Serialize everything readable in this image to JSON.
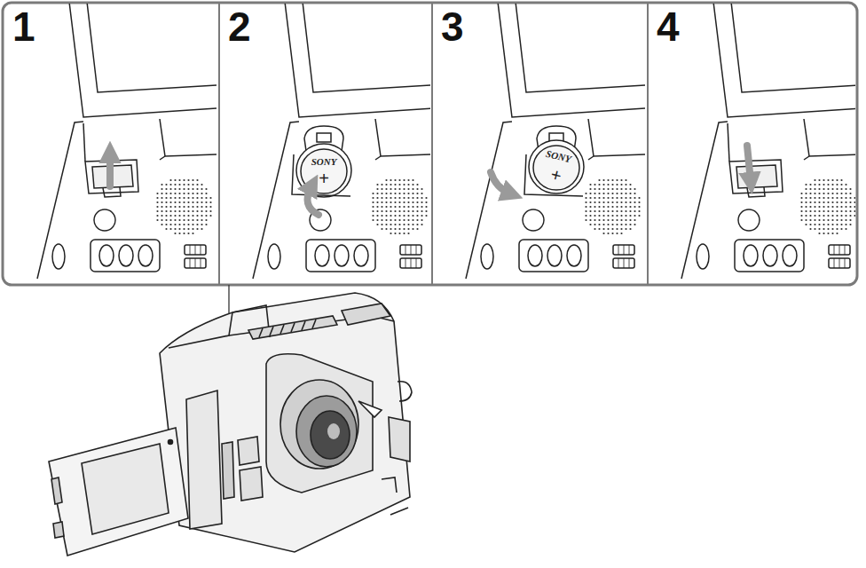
{
  "diagram": {
    "nodes": [
      {
        "text": [
          "1"
        ]
      },
      {
        "text": [
          "2"
        ]
      },
      {
        "text": [
          "3"
        ]
      },
      {
        "text": [
          "4"
        ]
      }
    ],
    "labels": [
      "SONY",
      "+",
      "SONY",
      "+"
    ]
  }
}
